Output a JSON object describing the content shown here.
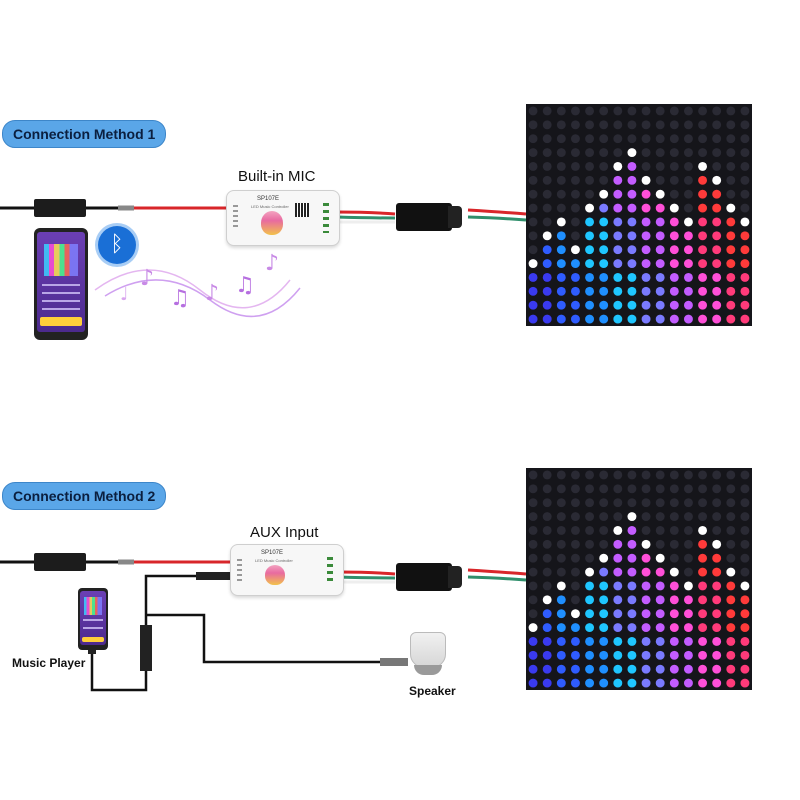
{
  "method1": {
    "badge": "Connection  Method 1",
    "input_label": "Built-in MIC",
    "controller_model": "SP107E",
    "controller_sub": "LED Music Controller"
  },
  "method2": {
    "badge": "Connection  Method 2",
    "input_label": "AUX Input",
    "controller_model": "SP107E",
    "controller_sub": "LED Music Controller",
    "player_label": "Music Player",
    "speaker_label": "Speaker"
  },
  "icons": [
    "bluetooth-icon",
    "music-notes-icon",
    "power-adapter-icon",
    "phone-icon",
    "speaker-icon"
  ],
  "colors": {
    "badge_bg": "#5aa6e8",
    "wire_red": "#d8262a",
    "wire_green": "#2f8f6b",
    "wire_black": "#111111",
    "panel_bg": "#15151a"
  },
  "panel_levels": [
    5,
    7,
    8,
    6,
    9,
    10,
    12,
    13,
    11,
    10,
    9,
    8,
    12,
    11,
    9,
    8
  ]
}
